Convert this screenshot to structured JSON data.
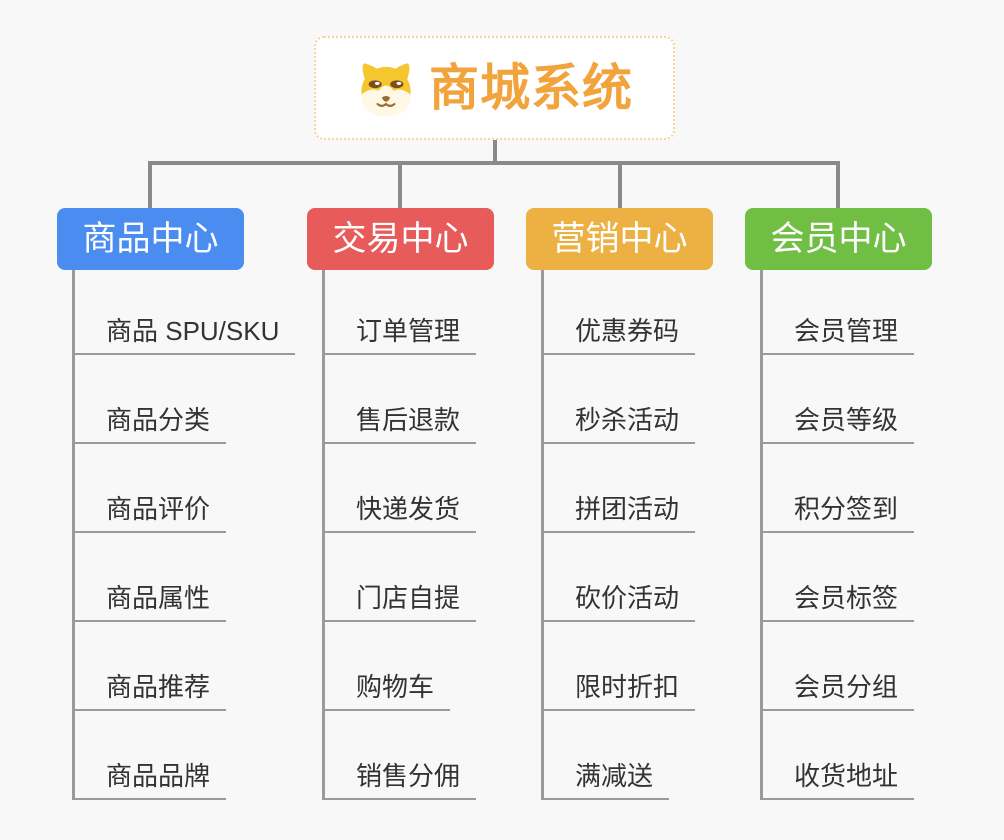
{
  "root": {
    "title": "商城系统",
    "icon": "dog-face-icon",
    "accent_color": "#F2A43C",
    "border_color": "#F3D49E"
  },
  "branches": [
    {
      "label": "商品中心",
      "color": "#4A8CF0",
      "items": [
        "商品 SPU/SKU",
        "商品分类",
        "商品评价",
        "商品属性",
        "商品推荐",
        "商品品牌"
      ]
    },
    {
      "label": "交易中心",
      "color": "#E85B5B",
      "items": [
        "订单管理",
        "售后退款",
        "快递发货",
        "门店自提",
        "购物车",
        "销售分佣"
      ]
    },
    {
      "label": "营销中心",
      "color": "#EDB143",
      "items": [
        "优惠券码",
        "秒杀活动",
        "拼团活动",
        "砍价活动",
        "限时折扣",
        "满减送"
      ]
    },
    {
      "label": "会员中心",
      "color": "#70BE44",
      "items": [
        "会员管理",
        "会员等级",
        "积分签到",
        "会员标签",
        "会员分组",
        "收货地址"
      ]
    }
  ],
  "connector_color": "#8A8A8A",
  "leaf_line_color": "#9A9A9A",
  "background_color": "#F8F8F8"
}
